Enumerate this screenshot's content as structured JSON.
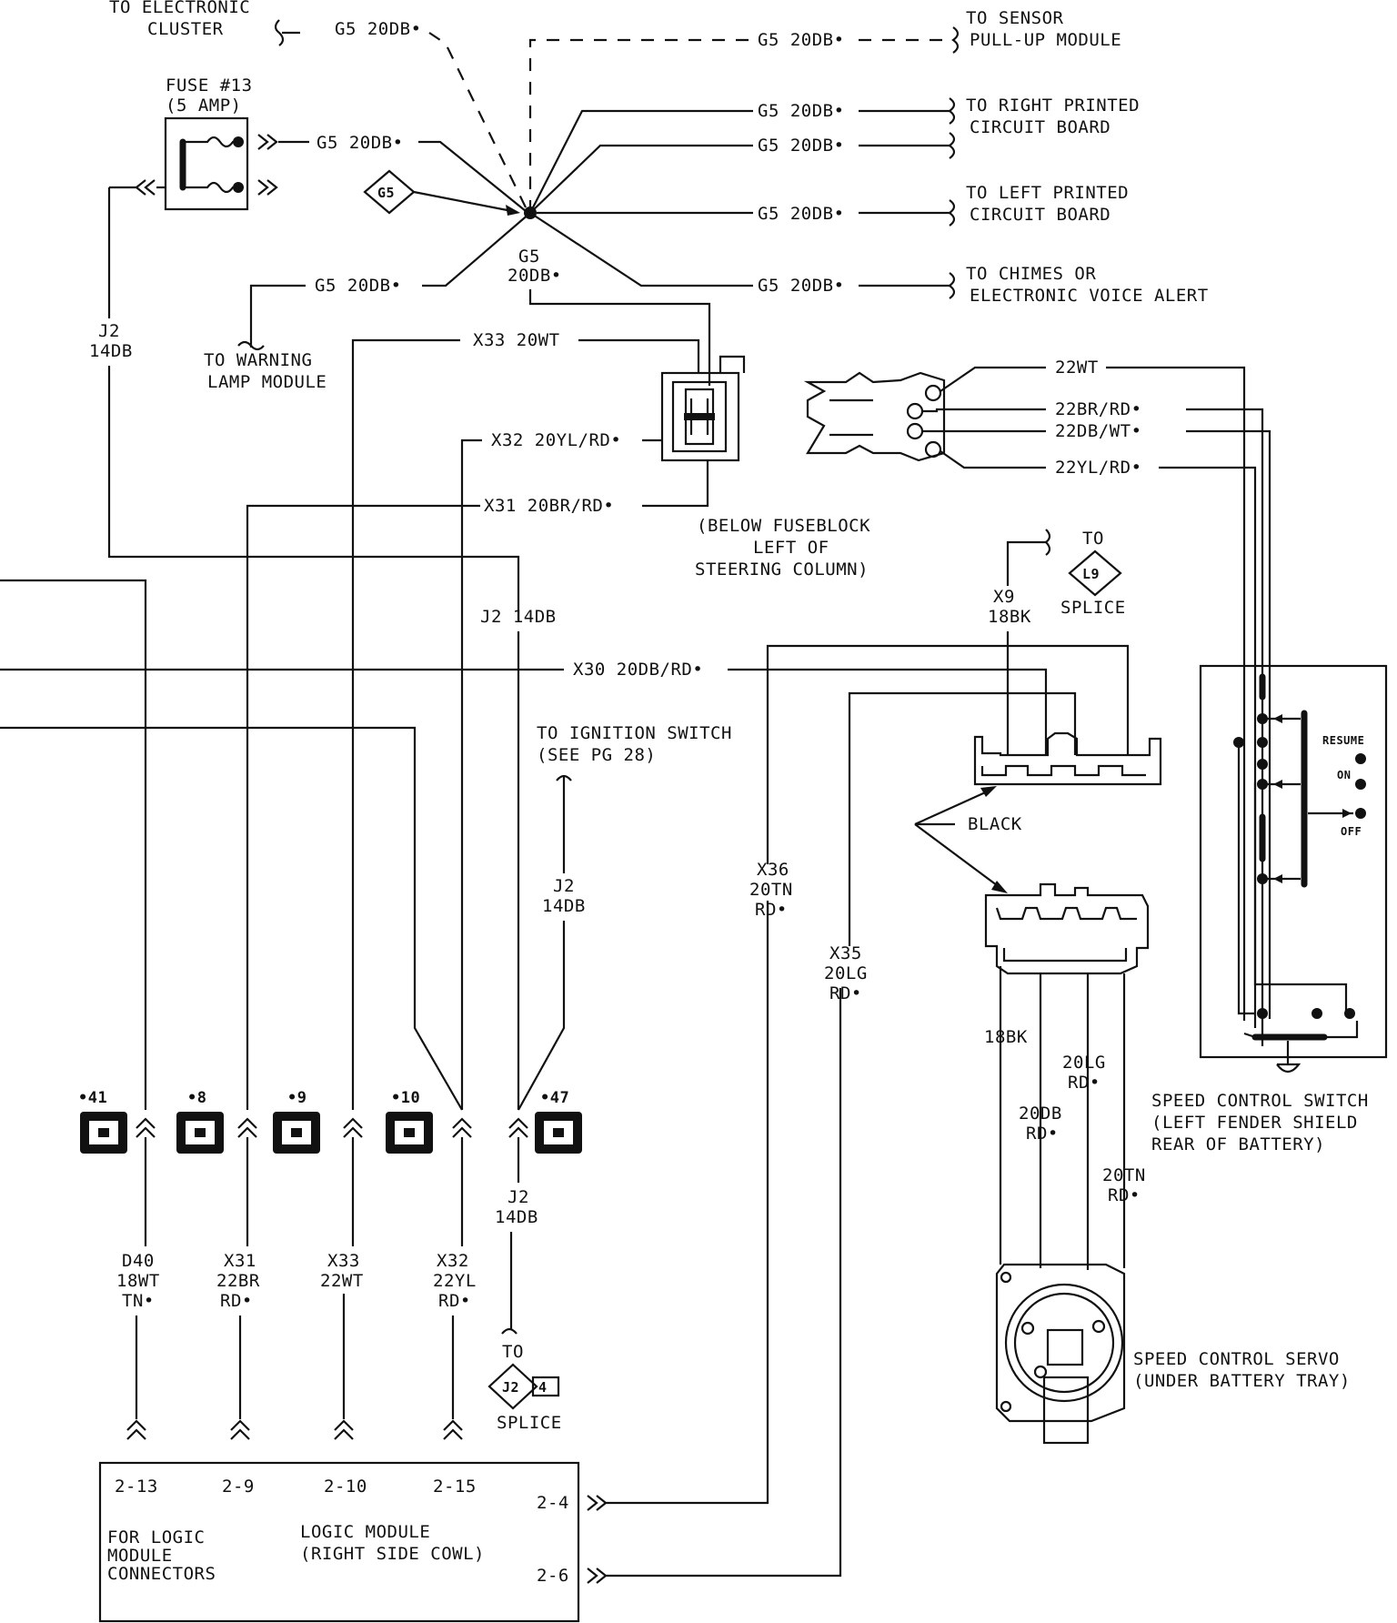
{
  "labels": {
    "to_electronic": "TO ELECTRONIC",
    "cluster": "CLUSTER",
    "fuse_line1": "FUSE #13",
    "fuse_line2": "(5 AMP)",
    "g5_tag": "G5",
    "wire_g5": "G5 20DB•",
    "to_sensor": "TO SENSOR",
    "pullup_module": "PULL-UP MODULE",
    "to_right_printed": "TO RIGHT PRINTED",
    "circuit_board": "CIRCUIT BOARD",
    "to_left_printed": "TO LEFT PRINTED",
    "to_chimes": "TO CHIMES OR",
    "electronic_voice": "ELECTRONIC VOICE ALERT",
    "splice_g5": "G5",
    "splice_20db": "20DB•",
    "j2": "J2",
    "db14": "14DB",
    "to_warning": "TO WARNING",
    "lamp_module": "LAMP MODULE",
    "x33_20wt": "X33 20WT",
    "x32_20ylrd": "X32 20YL/RD•",
    "x31_20brrd": "X31 20BR/RD•",
    "below_fuseblock": "(BELOW FUSEBLOCK",
    "left_of": "LEFT OF",
    "steering_column": "STEERING COLUMN)",
    "j2_14db": "J2 14DB",
    "x30": "X30 20DB/RD•",
    "wt22": "22WT",
    "brrd22": "22BR/RD•",
    "dbwt22": "22DB/WT•",
    "ylrd22": "22YL/RD•",
    "to": "TO",
    "l9": "L9",
    "splice": "SPLICE",
    "x9": "X9",
    "bk18": "18BK",
    "to_ignition": "TO IGNITION SWITCH",
    "see_pg": "(SEE PG 28)",
    "x36": "X36",
    "tn20": "20TN",
    "rd": "RD•",
    "x35": "X35",
    "lg20": "20LG",
    "black": "BLACK",
    "db20": "20DB",
    "resume": "RESUME",
    "on": "ON",
    "off": "OFF",
    "scs_line1": "SPEED CONTROL SWITCH",
    "scs_line2": "(LEFT FENDER SHIELD",
    "scs_line3": "REAR OF BATTERY)",
    "scv_line1": "SPEED CONTROL SERVO",
    "scv_line2": "(UNDER BATTERY TRAY)",
    "pin41": "•41",
    "pin8": "•8",
    "pin9": "•9",
    "pin10": "•10",
    "pin47": "•47",
    "d40": "D40",
    "wt18": "18WT",
    "tn": "TN•",
    "x31": "X31",
    "br22": "22BR",
    "x33": "X33",
    "wt22b": "22WT",
    "x32": "X32",
    "yl22": "22YL",
    "j2_splice_num": "4",
    "c213": "2-13",
    "c29": "2-9",
    "c210": "2-10",
    "c215": "2-15",
    "c24": "2-4",
    "c26": "2-6",
    "for_logic": "FOR LOGIC",
    "module_word": "MODULE",
    "connectors": "CONNECTORS",
    "logic_module": "LOGIC MODULE",
    "right_side_cowl": "(RIGHT SIDE COWL)"
  }
}
